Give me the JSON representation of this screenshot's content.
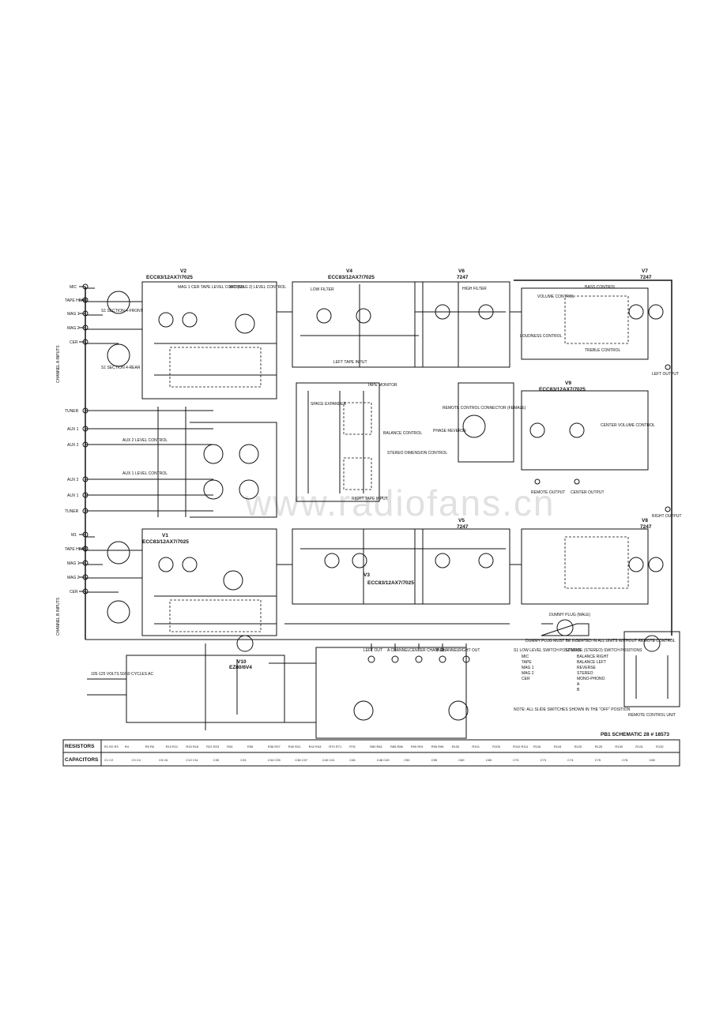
{
  "tubes": [
    {
      "name": "V2",
      "type": "ECC83/12AX7/7025"
    },
    {
      "name": "V4",
      "type": "ECC83/12AX7/7025"
    },
    {
      "name": "V6",
      "type": "7247"
    },
    {
      "name": "V7",
      "type": "7247"
    },
    {
      "name": "V9",
      "type": "ECC83/12AX7/7025"
    },
    {
      "name": "V1",
      "type": "ECC83/12AX7/7025"
    },
    {
      "name": "V3",
      "type": "ECC83/12AX7/7025"
    },
    {
      "name": "V5",
      "type": "7247"
    },
    {
      "name": "V8",
      "type": "7247"
    },
    {
      "name": "V10",
      "type": "EZ80/6V4"
    }
  ],
  "channel_a": {
    "group_label": "CHANNEL A INPUTS",
    "inputs": [
      "MIC",
      "TAPE HEAD",
      "MAG 1",
      "MAG 2",
      "CER"
    ]
  },
  "channel_b": {
    "group_label": "CHANNEL B INPUTS",
    "inputs": [
      "M1",
      "TAPE HEAD",
      "MAG 1",
      "MAG 2",
      "CER"
    ]
  },
  "aux_inputs": [
    "TUNER",
    "AUX 1",
    "AUX 2",
    "AUX 2",
    "AUX 1",
    "TUNER"
  ],
  "labels": {
    "s1_front": "S1 SECTION 4-FRONT",
    "s1_rear": "S1 SECTION 4-REAR",
    "level_control_a": "MAG 1 CER TAPE LEVEL CONTROL",
    "mic_level_a": "MIC (MAG 2) LEVEL CONTROL",
    "aux2_level": "AUX 2 LEVEL CONTROL",
    "aux1_level": "AUX 1 LEVEL CONTROL",
    "low_filter": "LOW FILTER",
    "high_filter": "HIGH FILTER",
    "left_tape_input": "LEFT TAPE INPUT",
    "right_tape_input": "RIGHT TAPE INPUT",
    "tape_monitor": "TAPE MONITOR",
    "space_expander": "SPACE EXPANDER",
    "balance_control": "BALANCE CONTROL",
    "phase_reverse": "PHASE REVERSE",
    "stereo_dimension": "STEREO DIMENSION CONTROL",
    "remote_connector": "REMOTE CONTROL CONNECTOR (FEMALE)",
    "volume_control": "VOLUME CONTROL",
    "bass_control": "BASS CONTROL",
    "treble_control": "TREBLE CONTROL",
    "loudness_control": "LOUDNESS CONTROL",
    "center_volume": "CENTER VOLUME CONTROL",
    "remote_output": "REMOTE OUTPUT",
    "center_output": "CENTER OUTPUT",
    "left_output": "LEFT OUTPUT",
    "right_output": "RIGHT OUTPUT",
    "power": "105-125 VOLTS 50/60 CYCLES AC",
    "dummy_plug": "DUMMY PLUG (MALE)",
    "dummy_note": "DUMMY PLUG MUST BE INSERTED IN ALL UNITS WITHOUT REMOTE CONTROL",
    "remote_unit": "REMOTE CONTROL UNIT",
    "slide_note": "NOTE: ALL SLIDE SWITCHES SHOWN IN THE \"OFF\" POSITION",
    "watermark": "www.radiofans.cn",
    "schematic_title": "PB1 SCHEMATIC 28 # 18573"
  },
  "switch_positions": {
    "low_level_title": "S1 LOW LEVEL SWITCH POSITIONS",
    "low_level": [
      "MIC",
      "TAPE",
      "MAG 1",
      "MAG 2",
      "CER"
    ],
    "mode_title": "S2 MODE (STEREO) SWITCH POSITIONS",
    "mode": [
      "BALANCE RIGHT",
      "BALANCE LEFT",
      "REVERSE",
      "STEREO",
      "MONO-PHONO",
      "A",
      "B"
    ]
  },
  "output_jacks": [
    "LEFT OUT",
    "A CHANNEL",
    "CENTER CHANNEL",
    "B CHANNEL",
    "RIGHT OUT"
  ],
  "parts_table": {
    "resistors_label": "RESISTORS",
    "capacitors_label": "CAPACITORS",
    "resistor_cols": [
      "R1 R2 R3",
      "R4",
      "R5 R6",
      "R10 R11",
      "R15 R16",
      "R22 R23",
      "R34",
      "R35",
      "R36 R37",
      "R40 R41",
      "R42 R43",
      "R70 R71",
      "R76",
      "R80 R81",
      "R85 R86",
      "R90 R91",
      "R95 R96",
      "R100",
      "R101",
      "R105",
      "R110 R111",
      "R116",
      "R118",
      "R120",
      "R125",
      "R130",
      "R131",
      "R132"
    ],
    "capacitor_cols": [
      "C1 C2",
      "C3 C4",
      "C5 C6",
      "C10 C11",
      "C30",
      "C31",
      "C34 C35",
      "C36 C37",
      "C40 C41",
      "C46",
      "C48 C49",
      "C50",
      "C55",
      "C60",
      "C65",
      "C70",
      "C73",
      "C74",
      "C75",
      "C76",
      "C80"
    ]
  }
}
